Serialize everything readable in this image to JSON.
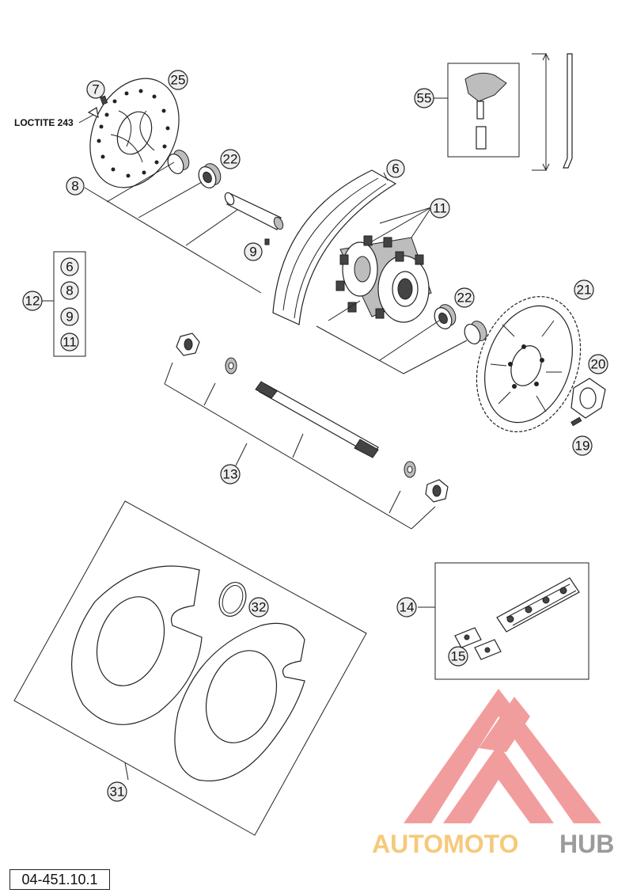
{
  "callouts": {
    "c7": "7",
    "c25": "25",
    "c22a": "22",
    "c8": "8",
    "c6": "6",
    "c11": "11",
    "c9": "9",
    "c55": "55",
    "c12": "12",
    "c22b": "22",
    "c21": "21",
    "c20": "20",
    "c19": "19",
    "c13": "13",
    "c32": "32",
    "c14": "14",
    "c15": "15",
    "c31": "31",
    "group": [
      "6",
      "8",
      "9",
      "11"
    ]
  },
  "loctite_label": "LOCTITE 243",
  "reference_code": "04-451.10.1",
  "watermark": {
    "part1": "AUTOMOTO",
    "part2": "HUB"
  },
  "colors": {
    "watermark_red": "#f08c8c",
    "watermark_orange": "#f6c97a",
    "watermark_gray": "#9b9b9b"
  }
}
